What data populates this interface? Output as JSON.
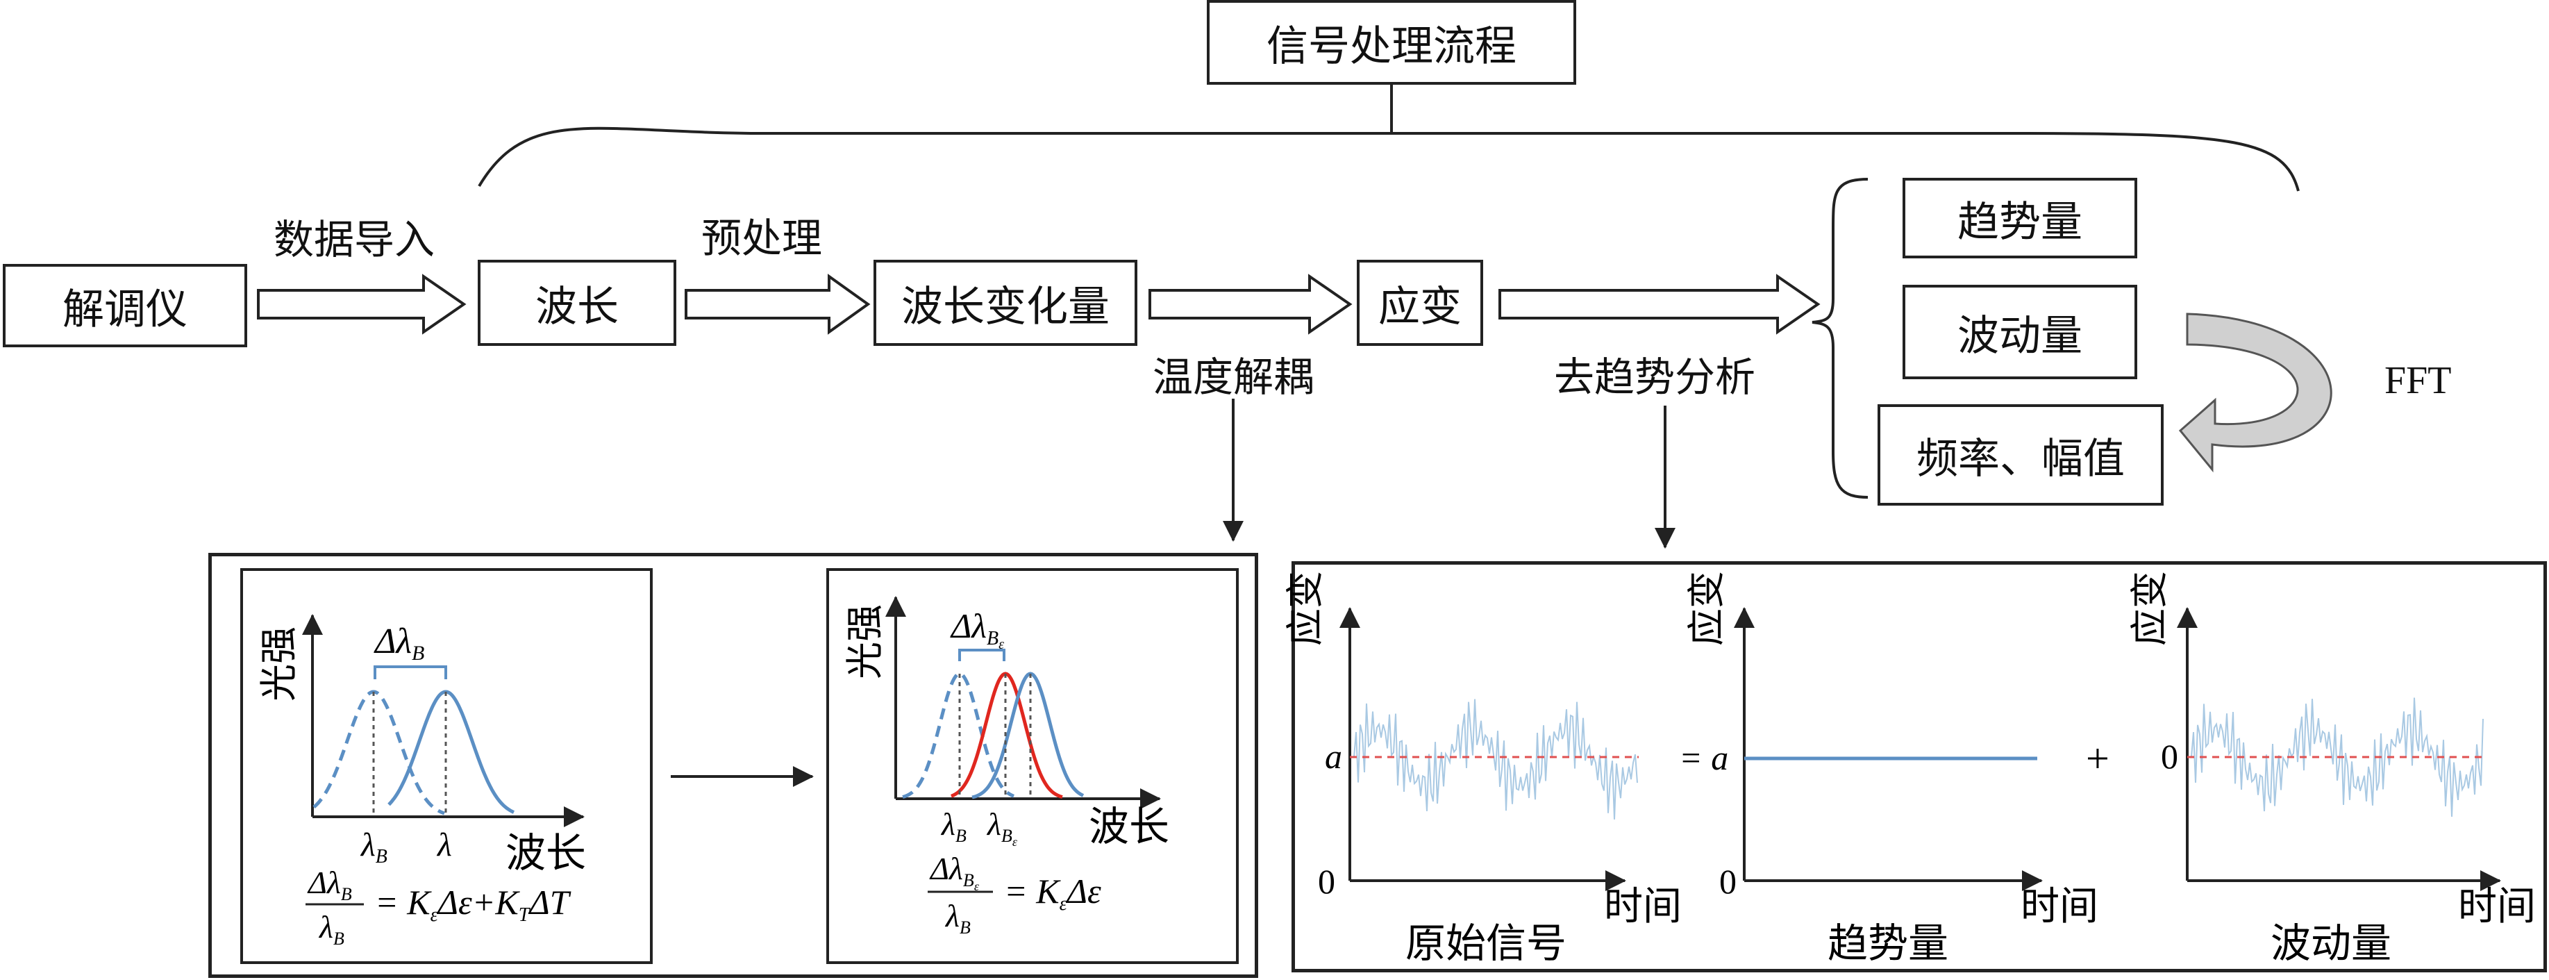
{
  "title": "信号处理流程",
  "flow": {
    "nodes": [
      "解调仪",
      "波长",
      "波长变化量",
      "应变"
    ],
    "arrow_labels": {
      "import": "数据导入",
      "pre": "预处理",
      "decouple": "温度解耦",
      "detrend": "去趋势分析"
    }
  },
  "outputs": {
    "trend": "趋势量",
    "fluct": "波动量",
    "freq": "频率、幅值",
    "fft": "FFT"
  },
  "spectra": {
    "left": {
      "y_label": "光强",
      "x_label": "波长",
      "shift_label": "Δλ",
      "shift_sub": "B",
      "tick1": "λ",
      "tick1_sub": "B",
      "tick2": "λ",
      "eq_num": "Δλ",
      "eq_num_sub": "B",
      "eq_den": "λ",
      "eq_den_sub": "B",
      "eq_rhs": "= K",
      "eq_rhs_sub1": "ε",
      "eq_rhs_mid": "Δε+K",
      "eq_rhs_sub2": "T",
      "eq_rhs_end": "ΔT"
    },
    "right": {
      "y_label": "光强",
      "x_label": "波长",
      "shift_label": "Δλ",
      "shift_sub": "B",
      "shift_subsub": "ε",
      "tick1": "λ",
      "tick1_sub": "B",
      "tick2": "λ",
      "tick2_sub": "B",
      "tick2_subsub": "ε",
      "eq_num": "Δλ",
      "eq_num_sub": "B",
      "eq_num_subsub": "ε",
      "eq_den": "λ",
      "eq_den_sub": "B",
      "eq_rhs": "= K",
      "eq_rhs_sub": "ε",
      "eq_rhs_end": "Δε"
    }
  },
  "signals": {
    "y_label": "应变",
    "x_label": "时间",
    "zero": "0",
    "a": "a",
    "eq_prefix": "= a",
    "plus": "+",
    "captions": [
      "原始信号",
      "趋势量",
      "波动量"
    ]
  },
  "colors": {
    "blue": "#5b8fc4",
    "red": "#e0271f",
    "light_blue": "#a9c9e3",
    "dash_red": "#e05050",
    "stroke": "#222222",
    "arrow_fill": "#bdbdbd"
  }
}
